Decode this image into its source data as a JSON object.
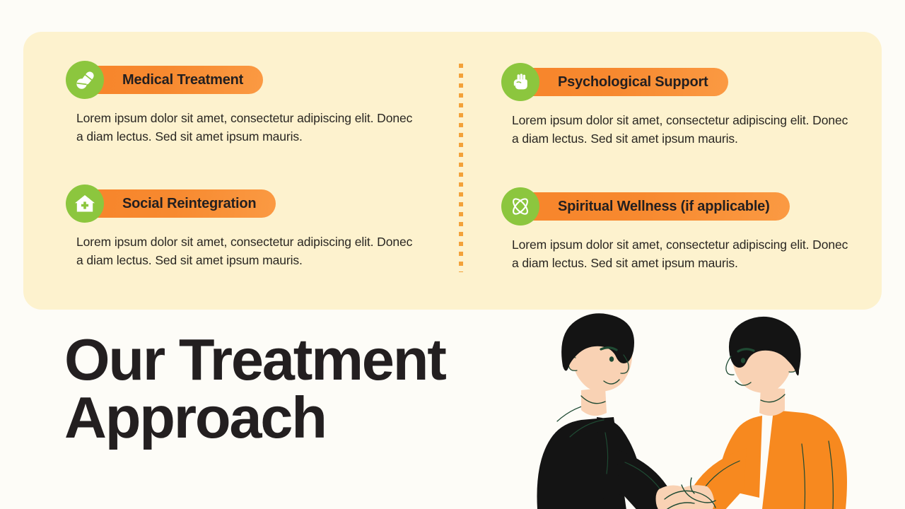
{
  "slide": {
    "background_color": "#FDFCF7",
    "headline": {
      "line1": "Our Treatment",
      "line2": "Approach"
    }
  },
  "card": {
    "background_color": "#FDF2CE",
    "accent_orange": "#F7892F",
    "accent_green": "#8CC63E",
    "divider_color": "#F3A23A",
    "columns": [
      {
        "features": [
          {
            "icon": "pills-icon",
            "title": "Medical Treatment",
            "body": "Lorem ipsum dolor sit amet, consectetur adipiscing elit. Donec a diam lectus. Sed sit amet ipsum mauris."
          },
          {
            "icon": "house-medical-icon",
            "title": "Social Reintegration",
            "body": "Lorem ipsum dolor sit amet, consectetur adipiscing elit. Donec a diam lectus. Sed sit amet ipsum mauris."
          }
        ]
      },
      {
        "features": [
          {
            "icon": "raised-fist-icon",
            "title": "Psychological Support",
            "body": "Lorem ipsum dolor sit amet, consectetur adipiscing elit. Donec a diam lectus. Sed sit amet ipsum mauris."
          },
          {
            "icon": "atom-orbit-icon",
            "title": "Spiritual Wellness (if applicable)",
            "body": "Lorem ipsum dolor sit amet, consectetur adipiscing elit. Donec a diam lectus. Sed sit amet ipsum mauris."
          }
        ]
      }
    ]
  },
  "illustration": {
    "name": "handshake-two-people-illustration",
    "colors": {
      "hair": "#141414",
      "hoodie": "#141414",
      "shirt": "#F7891F",
      "skin": "#F9D2B4",
      "outline": "#1F4A33"
    }
  }
}
